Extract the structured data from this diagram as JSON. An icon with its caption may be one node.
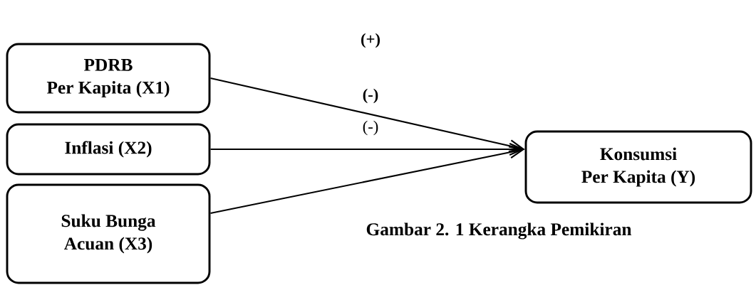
{
  "diagram": {
    "caption": "Gambar 2. 1 Kerangka Pemikiran",
    "nodes": [
      {
        "text": [
          "PDRB",
          "Per Kapita (X1)"
        ]
      },
      {
        "text": [
          "Inflasi (X2)"
        ]
      },
      {
        "text": [
          "Suku Bunga",
          "Acuan (X3)"
        ]
      },
      {
        "text": [
          "Konsumsi",
          "Per Kapita (Y)"
        ]
      }
    ],
    "edges": [
      {
        "from": 0,
        "to": 3,
        "arrow": "to"
      },
      {
        "from": 1,
        "to": 3,
        "arrow": "to"
      },
      {
        "from": 2,
        "to": 3,
        "arrow": "to"
      }
    ],
    "labels": [
      "(+)",
      "(-)",
      "(-)"
    ]
  }
}
